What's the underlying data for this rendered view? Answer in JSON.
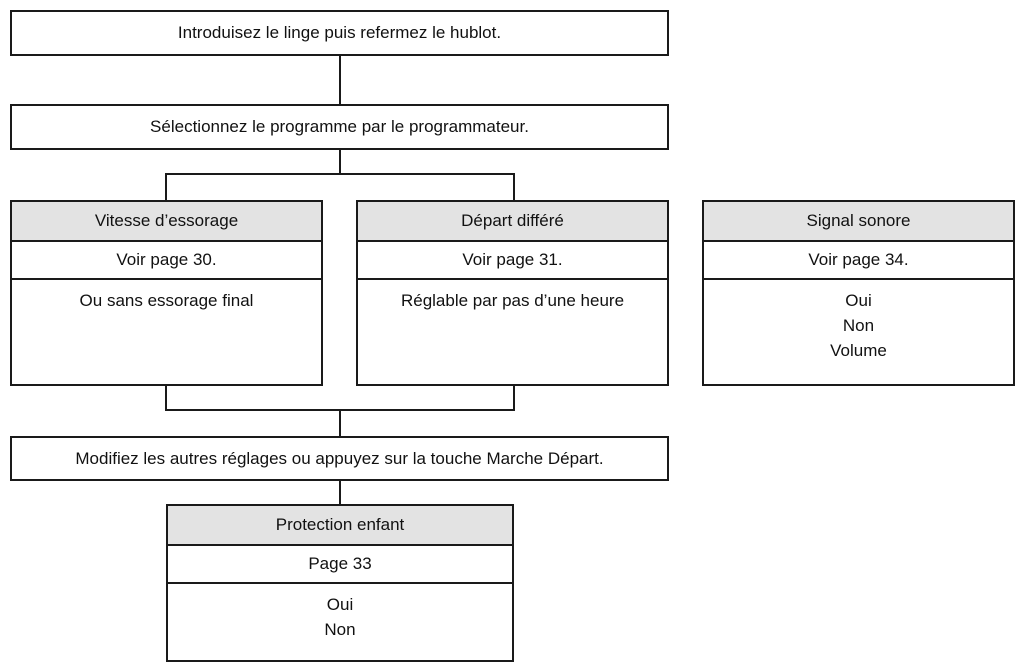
{
  "steps": {
    "load": "Introduisez le linge puis refermez le hublot.",
    "select": "Sélectionnez le programme par le programmateur.",
    "modify": "Modifiez les autres réglages ou appuyez sur la touche Marche Départ."
  },
  "cards": {
    "spin": {
      "title": "Vitesse d’essorage",
      "ref": "Voir page 30.",
      "options": [
        "Ou sans essorage final"
      ]
    },
    "delay": {
      "title": "Départ différé",
      "ref": "Voir page 31.",
      "options": [
        "Réglable par pas d’une heure"
      ]
    },
    "sound": {
      "title": "Signal sonore",
      "ref": "Voir page 34.",
      "options": [
        "Oui",
        "Non",
        "Volume"
      ]
    },
    "child": {
      "title": "Protection enfant",
      "ref": "Page 33",
      "options": [
        "Oui",
        "Non"
      ]
    }
  },
  "colors": {
    "line": "#1a1a1a",
    "header_fill": "#e3e3e3"
  }
}
